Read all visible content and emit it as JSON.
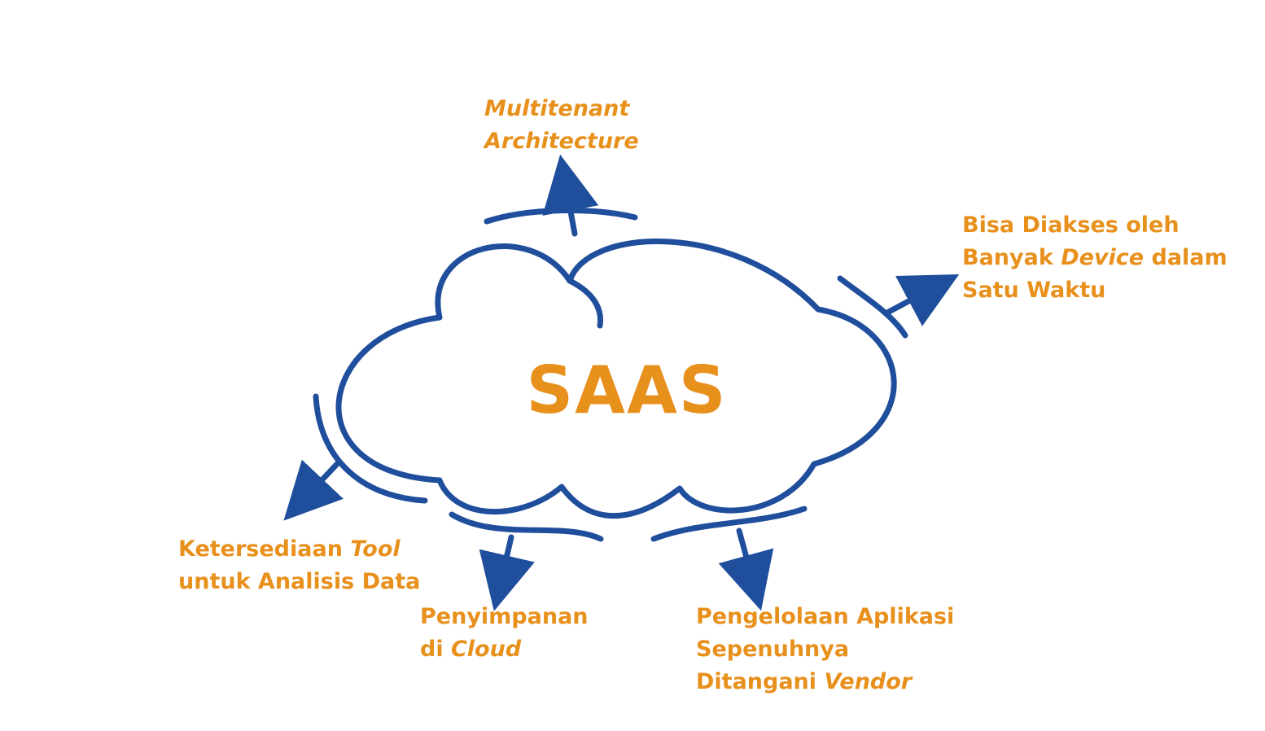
{
  "colors": {
    "accent_orange": "#e8901c",
    "cloud_blue": "#1f4e9c",
    "background": "#ffffff"
  },
  "center": {
    "title": "SAAS"
  },
  "features": {
    "multitenant": {
      "line1": "Multitenant",
      "line2": "Architecture"
    },
    "multidevice": {
      "line1": "Bisa Diakses oleh",
      "line2_pre": "Banyak ",
      "line2_em": "Device",
      "line2_post": " dalam",
      "line3": "Satu Waktu"
    },
    "analytics": {
      "line1_pre": "Ketersediaan ",
      "line1_em": "Tool",
      "line2": "untuk Analisis Data"
    },
    "storage": {
      "line1": "Penyimpanan",
      "line2_pre": "di ",
      "line2_em": "Cloud"
    },
    "managed": {
      "line1": "Pengelolaan Aplikasi",
      "line2": "Sepenuhnya",
      "line3_pre": "Ditangani ",
      "line3_em": "Vendor"
    }
  }
}
